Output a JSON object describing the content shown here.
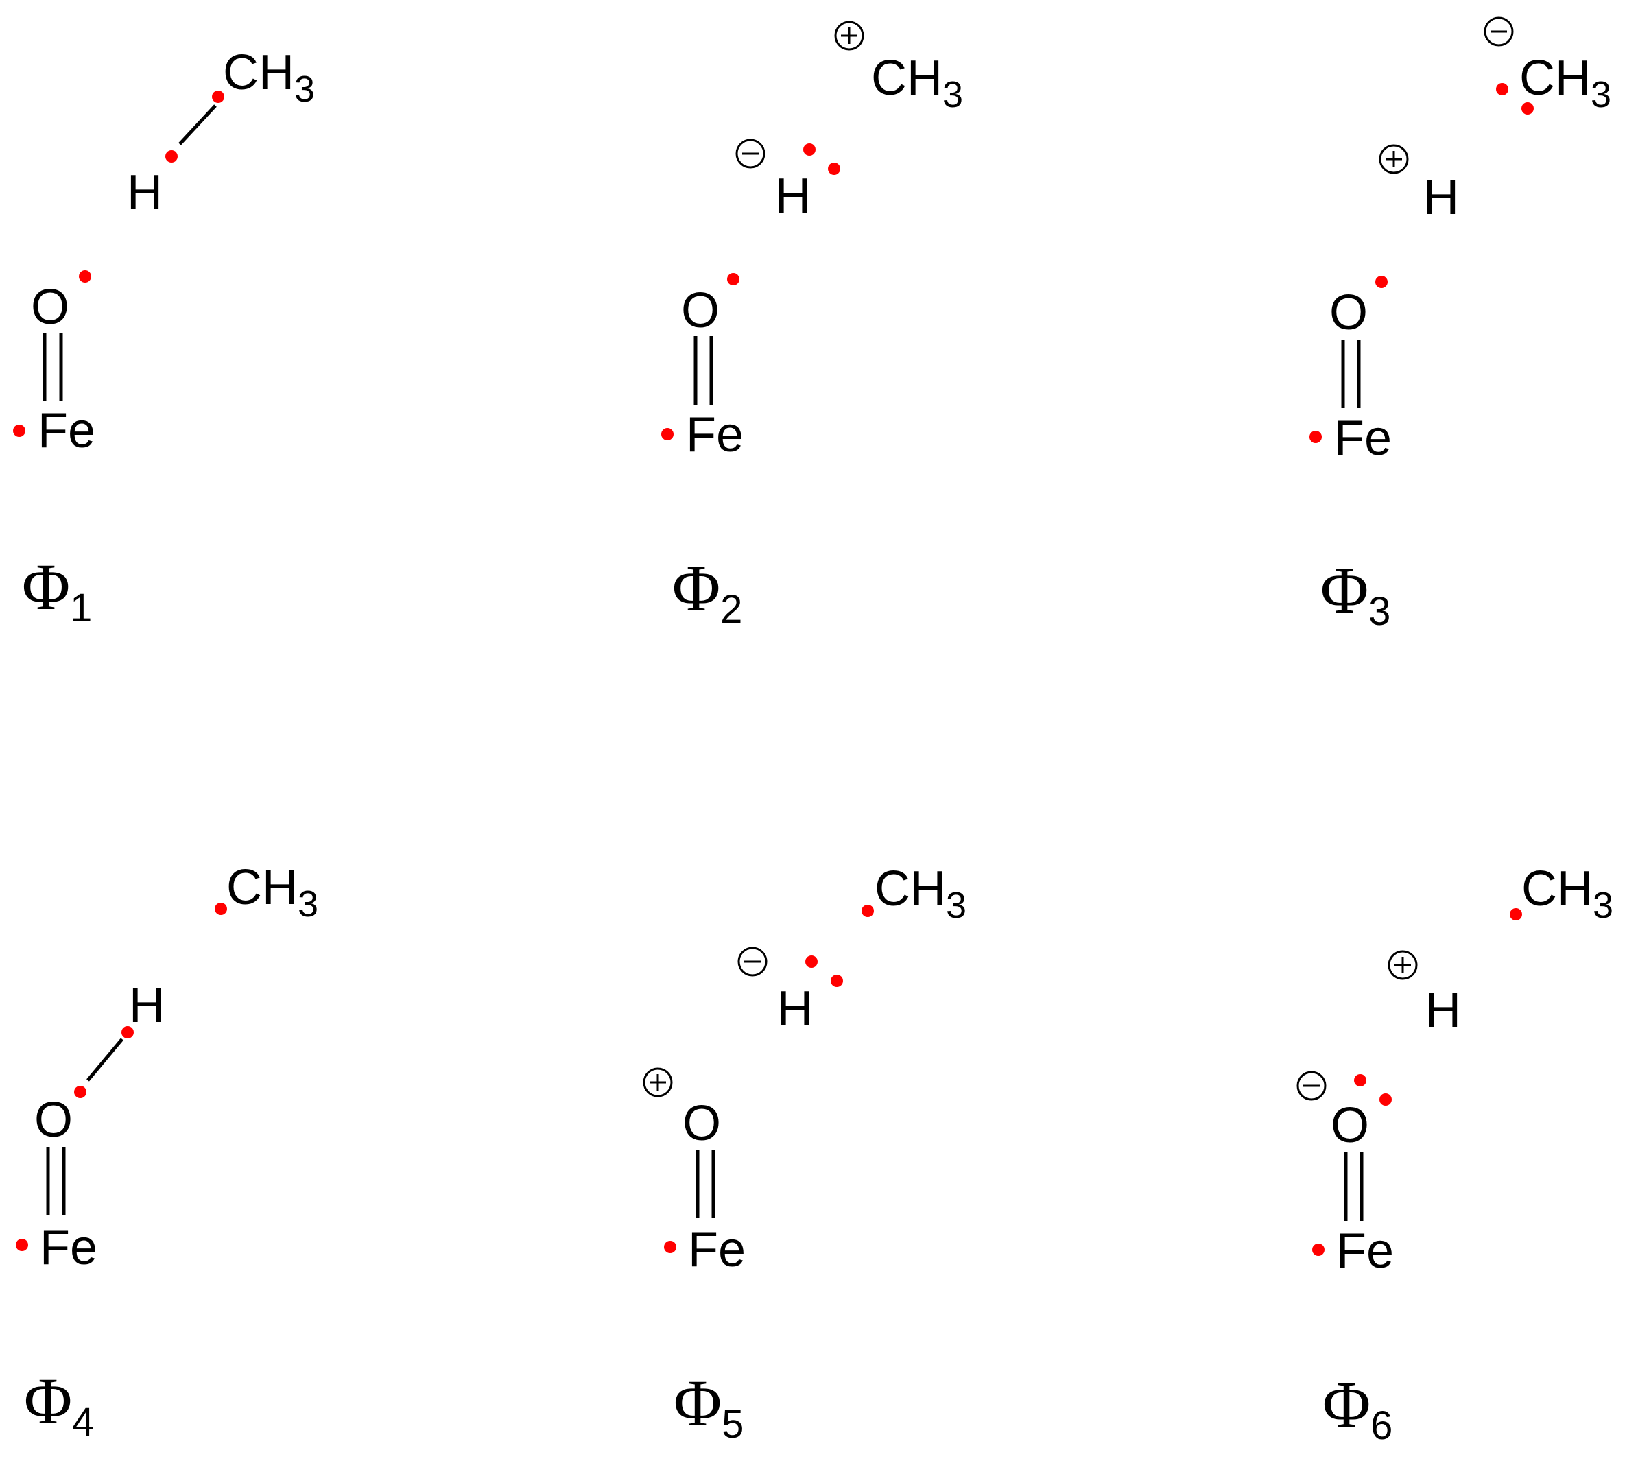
{
  "structures": [
    {
      "id": "phi1",
      "label": "Φ",
      "label_index": "1",
      "atoms": {
        "fe": "Fe",
        "o": "O",
        "h": "H",
        "c": "CH",
        "c_sub": "3"
      },
      "charges": {
        "c": "",
        "h": "",
        "o": ""
      },
      "bonds": [
        "Fe=O",
        "H-C"
      ]
    },
    {
      "id": "phi2",
      "label": "Φ",
      "label_index": "2",
      "atoms": {
        "fe": "Fe",
        "o": "O",
        "h": "H",
        "c": "CH",
        "c_sub": "3"
      },
      "charges": {
        "c": "+",
        "h": "-",
        "o": ""
      },
      "bonds": [
        "Fe=O"
      ]
    },
    {
      "id": "phi3",
      "label": "Φ",
      "label_index": "3",
      "atoms": {
        "fe": "Fe",
        "o": "O",
        "h": "H",
        "c": "CH",
        "c_sub": "3"
      },
      "charges": {
        "c": "-",
        "h": "+",
        "o": ""
      },
      "bonds": [
        "Fe=O"
      ]
    },
    {
      "id": "phi4",
      "label": "Φ",
      "label_index": "4",
      "atoms": {
        "fe": "Fe",
        "o": "O",
        "h": "H",
        "c": "CH",
        "c_sub": "3"
      },
      "charges": {
        "c": "",
        "h": "",
        "o": ""
      },
      "bonds": [
        "Fe=O",
        "O-H"
      ]
    },
    {
      "id": "phi5",
      "label": "Φ",
      "label_index": "5",
      "atoms": {
        "fe": "Fe",
        "o": "O",
        "h": "H",
        "c": "CH",
        "c_sub": "3"
      },
      "charges": {
        "c": "",
        "h": "-",
        "o": "+"
      },
      "bonds": [
        "Fe=O"
      ]
    },
    {
      "id": "phi6",
      "label": "Φ",
      "label_index": "6",
      "atoms": {
        "fe": "Fe",
        "o": "O",
        "h": "H",
        "c": "CH",
        "c_sub": "3"
      },
      "charges": {
        "c": "",
        "h": "+",
        "o": "-"
      },
      "bonds": [
        "Fe=O"
      ]
    }
  ],
  "colors": {
    "electron_dot": "#ff0000",
    "ink": "#000000"
  }
}
